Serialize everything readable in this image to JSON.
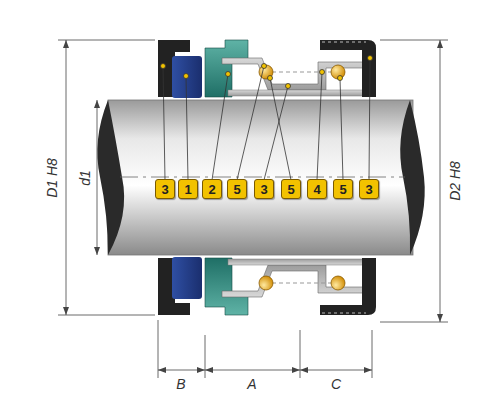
{
  "diagram": {
    "nodes": [
      {
        "text": [
          "3"
        ]
      },
      {
        "text": [
          "1"
        ]
      },
      {
        "text": [
          "2"
        ]
      },
      {
        "text": [
          "5"
        ]
      },
      {
        "text": [
          "3"
        ]
      },
      {
        "text": [
          "5"
        ]
      },
      {
        "text": [
          "4"
        ]
      },
      {
        "text": [
          "5"
        ]
      },
      {
        "text": [
          "3"
        ]
      }
    ],
    "labels": [
      "D1 H8",
      "d1",
      "D2 H8",
      "B",
      "A",
      "C"
    ]
  }
}
